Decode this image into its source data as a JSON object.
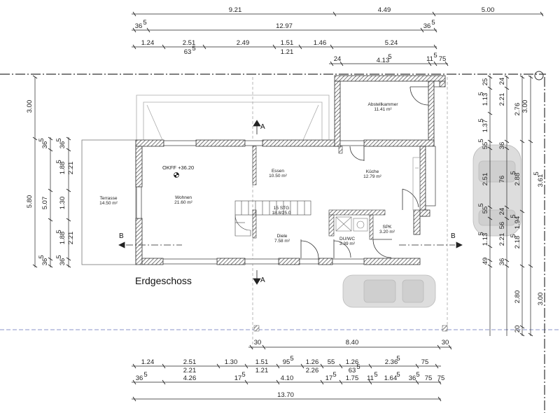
{
  "title": "Erdgeschoss",
  "marks": {
    "section_b": "B",
    "section_a": "A",
    "okff": "OKFF +36.20"
  },
  "rooms": [
    {
      "name": "Abstellkammer",
      "area": "11.41 m²"
    },
    {
      "name": "Essen",
      "area": "10.50 m²"
    },
    {
      "name": "Küche",
      "area": "12.79 m²"
    },
    {
      "name": "Terrasse",
      "area": "14.50 m²"
    },
    {
      "name": "Wohnen",
      "area": "21.60 m²"
    },
    {
      "name": "15 STG",
      "area": "18.8/25.0"
    },
    {
      "name": "Diele",
      "area": "7.58 m²"
    },
    {
      "name": "DU/WC",
      "area": "3.39 m²"
    },
    {
      "name": "SPK",
      "area": "3.20 m²"
    }
  ],
  "dims_top": {
    "r1": [
      "9.21",
      "4.49",
      "5.00"
    ],
    "r2_left": "36",
    "r2_left_sup": "5",
    "r2_mid": "12.97",
    "r2_right": "36",
    "r2_right_sup": "5",
    "r3": [
      "1.24",
      "2.51",
      "2.49",
      "1.51",
      "1.46",
      "5.24"
    ],
    "r3_sub_a": "63",
    "r3_sub_a_sup": "5",
    "r3_sub_b": "1.21",
    "r4": [
      "24",
      "4.13",
      "11",
      "75"
    ],
    "r4_sup_b": "5",
    "r4_sup_c": "5"
  },
  "dims_bottom": {
    "r0": [
      "30",
      "8.40",
      "30"
    ],
    "r1": [
      "1.24",
      "2.51",
      "1.30",
      "1.51",
      "95",
      "1.26",
      "55",
      "1.26",
      "2.36",
      "75"
    ],
    "r1_sup_e": "5",
    "r1_sup_i": "5",
    "r2": [
      "2.21",
      "1.21",
      "2.26",
      "63"
    ],
    "r2_sup_d": "5",
    "r3": [
      "36",
      "4.26",
      "17",
      "4.10",
      "17",
      "1.75",
      "11",
      "1.64",
      "36",
      "75",
      "75"
    ],
    "r3_sup_a": "5",
    "r3_sup_c": "5",
    "r3_sup_e": "5",
    "r3_sup_g": "5",
    "r3_sup_h": "5",
    "r3_sup_i": "5",
    "r4": "13.70"
  },
  "dims_left": {
    "outer": [
      "3.00",
      "5.80"
    ],
    "mid": "5.07",
    "inner": [
      "36",
      "1.88",
      "1.30",
      "1.88",
      "36"
    ],
    "inner_sup": [
      "5",
      "5",
      "5",
      "5"
    ],
    "inner2": [
      "36",
      "2.21",
      "2.21",
      "36"
    ],
    "inner2_sup": [
      "5",
      "5"
    ]
  },
  "dims_right": {
    "c1": [
      "25",
      "1.13",
      "1.37",
      "55",
      "2.51",
      "55",
      "1.13",
      "49"
    ],
    "c1_sup": [
      "5",
      "5",
      "5",
      "5",
      "5"
    ],
    "c2": [
      "24",
      "2.21",
      "36",
      "76",
      "24",
      "56",
      "2.21",
      "36"
    ],
    "c3": [
      "2.76",
      "2.88",
      "1.94",
      "2.18",
      "2.80",
      "20"
    ],
    "c3_sup": [
      "5",
      "5",
      "5"
    ],
    "c4": [
      "3.00",
      "3.61",
      "3.00"
    ],
    "c4_sup": [
      "5"
    ]
  }
}
